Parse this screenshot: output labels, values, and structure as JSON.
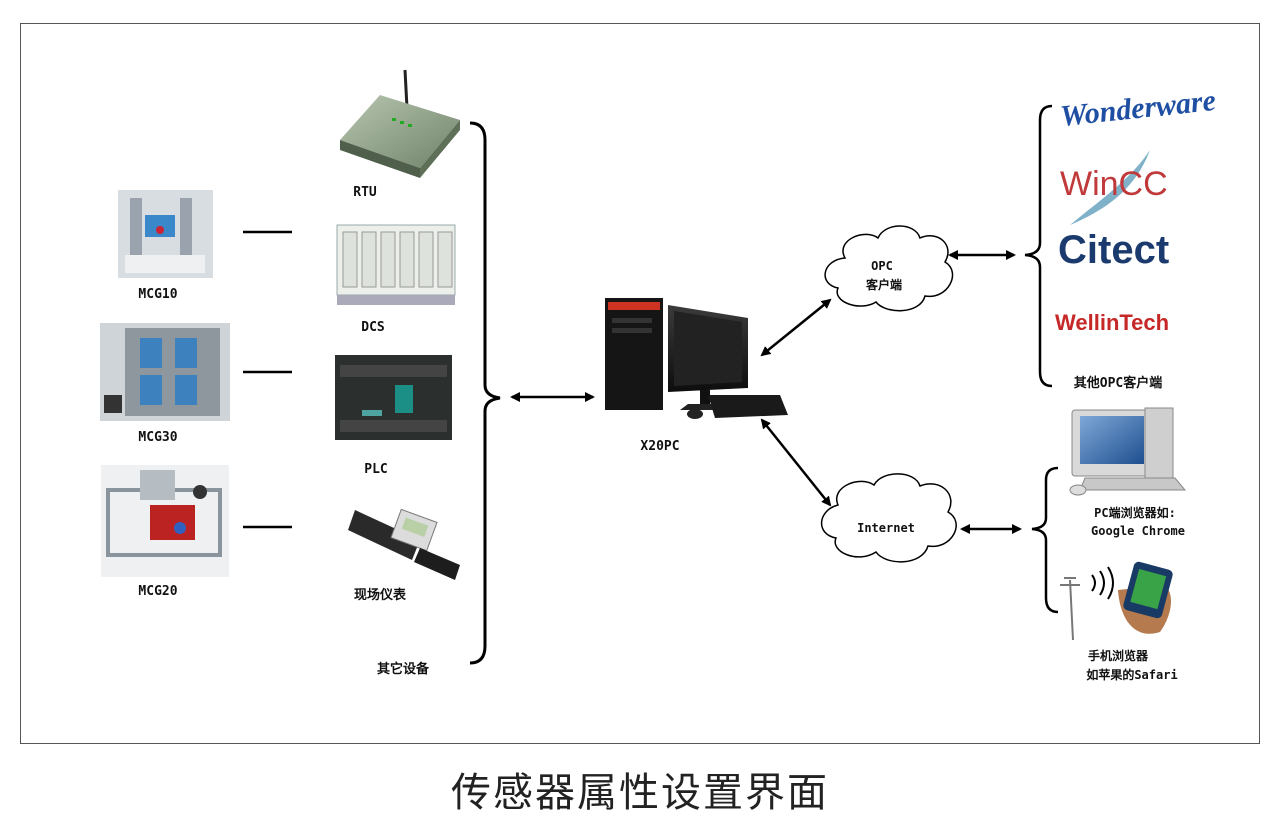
{
  "caption": "传感器属性设置界面",
  "machines": [
    {
      "label": "MCG10"
    },
    {
      "label": "MCG30"
    },
    {
      "label": "MCG20"
    }
  ],
  "devices": [
    {
      "label": "RTU"
    },
    {
      "label": "DCS"
    },
    {
      "label": "PLC"
    },
    {
      "label": "现场仪表"
    },
    {
      "label": "其它设备"
    }
  ],
  "server": {
    "label": "X20PC"
  },
  "clouds": {
    "opc": {
      "line1": "OPC",
      "line2": "客户端"
    },
    "internet": {
      "label": "Internet"
    }
  },
  "opc_clients": {
    "logos": [
      "Wonderware",
      "WinCC",
      "Citect",
      "WellinTech"
    ],
    "other": "其他OPC客户端"
  },
  "browsers": {
    "pc": {
      "line1": "PC端浏览器如:",
      "line2": "Google Chrome"
    },
    "mobile": {
      "line1": "手机浏览器",
      "line2": "如苹果的Safari"
    }
  },
  "colors": {
    "wonderware": "#1f4fa3",
    "wincc": "#c0393b",
    "citect": "#1b3b6f",
    "wellintech": "#c62828"
  }
}
